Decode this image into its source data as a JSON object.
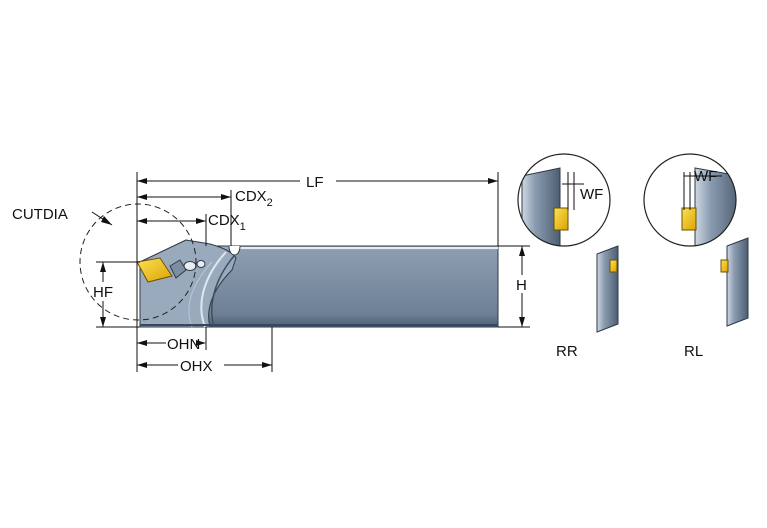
{
  "labels": {
    "lf": "LF",
    "cdx2": "CDX",
    "cdx2_sub": "2",
    "cdx1": "CDX",
    "cdx1_sub": "1",
    "cutdia": "CUTDIA",
    "hf": "HF",
    "ohn": "OHN",
    "ohx": "OHX",
    "h": "H",
    "wf_rr": "WF",
    "wf_rl": "WF",
    "rr": "RR",
    "rl": "RL"
  },
  "colors": {
    "body": "#8e9fb3",
    "body_dark": "#5f7186",
    "body_light": "#c3cfdc",
    "insert": "#f2c200",
    "insert_dark": "#b48a00"
  },
  "icons": {
    "insert": "yellow-cutting-insert",
    "clamp": "clamp-screw"
  }
}
